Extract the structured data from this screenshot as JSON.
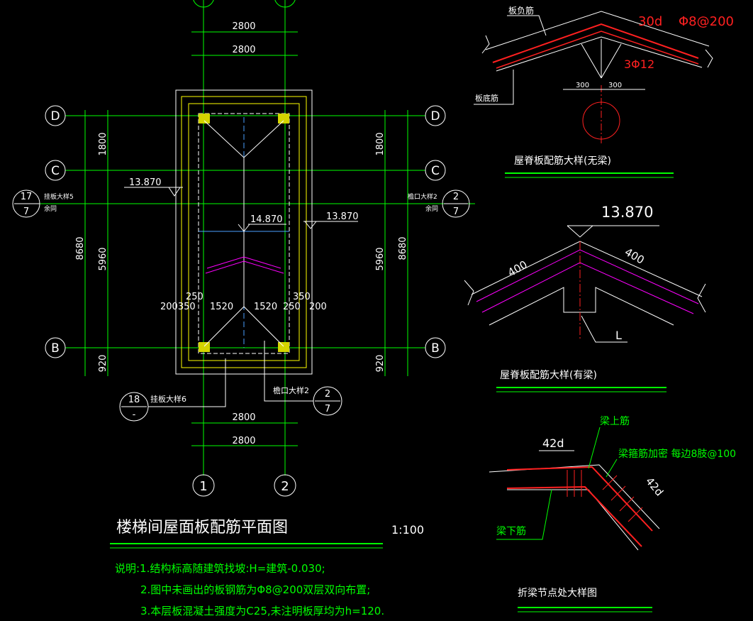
{
  "plan": {
    "axes": {
      "d": "D",
      "c": "C",
      "b": "B",
      "one": "1",
      "two": "2"
    },
    "dims": {
      "top1": "2800",
      "top2": "2800",
      "bot1": "2800",
      "bot2": "2800",
      "left_1800": "1800",
      "left_5960": "5960",
      "left_920": "920",
      "left_8680": "8680",
      "right_1800": "1800",
      "right_5960": "5960",
      "right_920": "920",
      "right_8680": "8680",
      "d250": "250",
      "d350": "350",
      "row": "200350",
      "d1520a": "1520",
      "d1520b": "1520",
      "d250b": "250",
      "d200": "200"
    },
    "elev_left": "13.870",
    "elev_center": "14.870",
    "elev_right": "13.870",
    "callouts": {
      "left": {
        "top": "17",
        "bottom": "7",
        "note1": "挂板大样5",
        "note2": "余同"
      },
      "right": {
        "top": "2",
        "bottom": "7",
        "note1": "檐口大样2",
        "note2": "余同"
      },
      "bot_left": {
        "top": "18",
        "bottom": "-",
        "note": "挂板大样6"
      },
      "bot_right": {
        "top": "2",
        "bottom": "7",
        "note": "檐口大样2"
      }
    },
    "title": "楼梯间屋面板配筋平面图",
    "scale": "1:100"
  },
  "notes": [
    "说明:1.结构标高随建筑找坡:H=建筑-0.030;",
    "2.图中未画出的板钢筋为Φ8@200双层双向布置;",
    "3.本层板混凝土强度为C25,未注明板厚均为h=120."
  ],
  "detail1": {
    "label_top": "板负筋",
    "label_bot": "板底筋",
    "lap": "30d",
    "rebar": "Φ8@200",
    "bars": "3Φ12",
    "dim_a": "300",
    "dim_b": "300",
    "title": "屋脊板配筋大样(无梁)"
  },
  "detail2": {
    "elev": "13.870",
    "dim_a": "400",
    "dim_b": "400",
    "beam": "L",
    "title": "屋脊板配筋大样(有梁)"
  },
  "detail3": {
    "label_top": "梁上筋",
    "stirrup": "梁箍筋加密 每边8肢@100",
    "label_bot": "梁下筋",
    "lap_a": "42d",
    "lap_b": "42d",
    "title": "折梁节点处大样图"
  }
}
